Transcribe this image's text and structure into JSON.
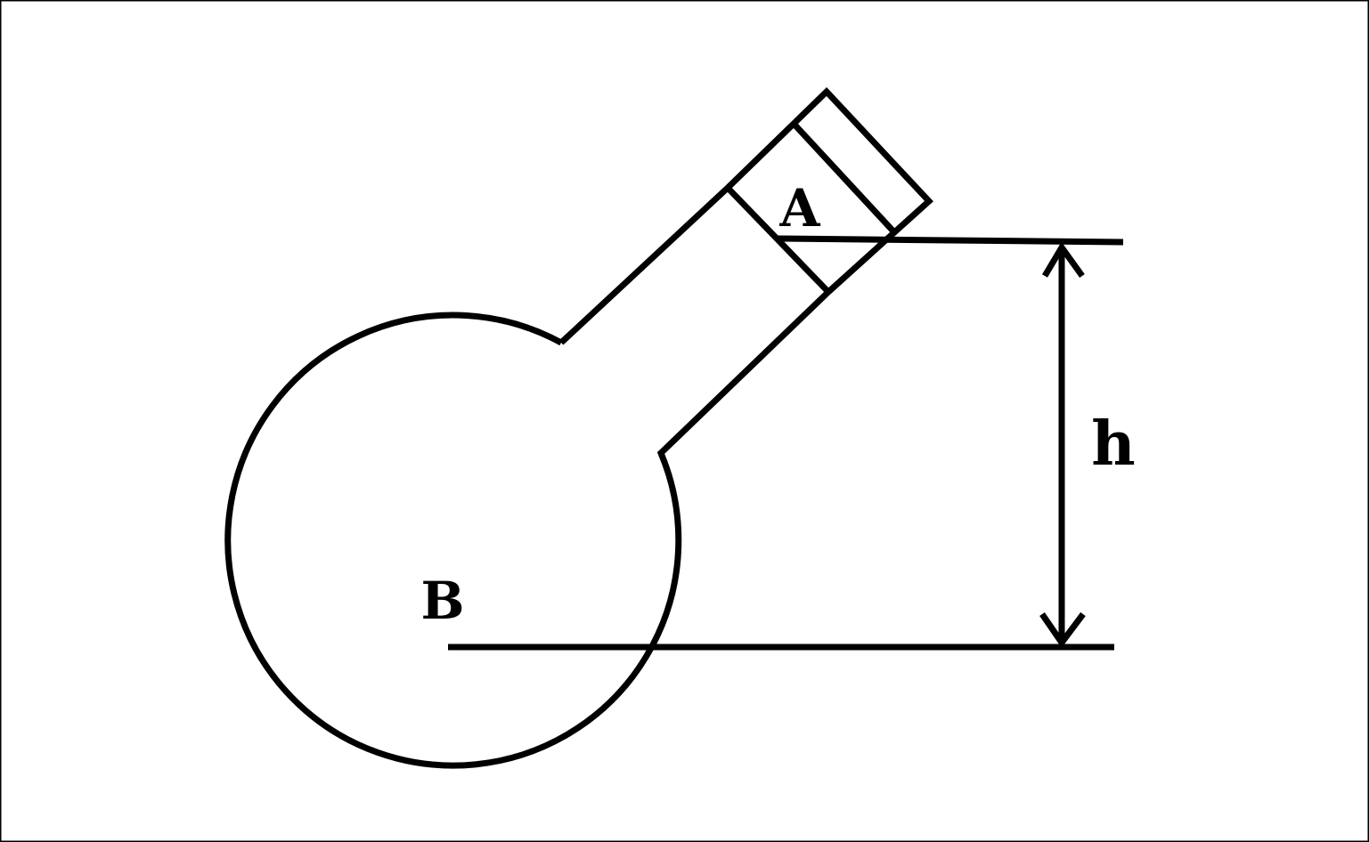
{
  "diagram": {
    "labels": {
      "point_a": "A",
      "point_b": "B",
      "height": "h"
    },
    "colors": {
      "stroke": "#000000",
      "background": "#ffffff"
    }
  }
}
